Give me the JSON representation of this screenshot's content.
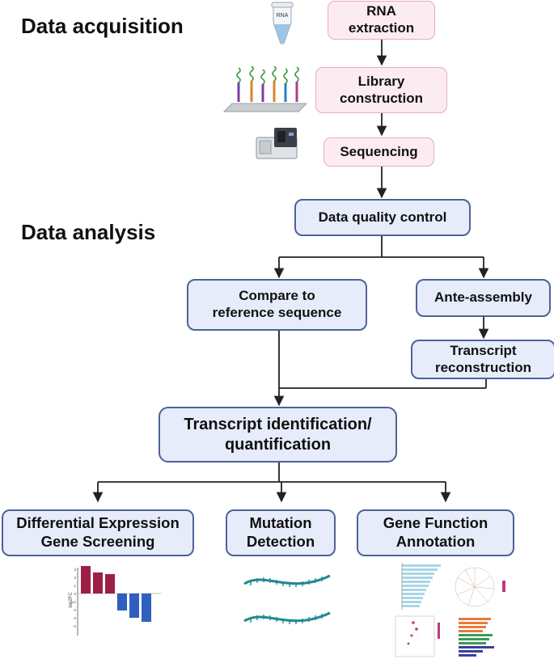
{
  "sections": {
    "acquisition": "Data acquisition",
    "analysis": "Data analysis"
  },
  "steps": {
    "rna_extraction": "RNA\nextraction",
    "library_construction": "Library\nconstruction",
    "sequencing": "Sequencing",
    "quality_control": "Data quality control",
    "compare_reference": "Compare to\nreference sequence",
    "ante_assembly": "Ante-assembly",
    "transcript_reconstruction": "Transcript\nreconstruction",
    "transcript_identification": "Transcript identification/\nquantification",
    "differential_expression": "Differential Expression\nGene Screening",
    "mutation_detection": "Mutation\nDetection",
    "gene_function": "Gene Function\nAnnotation"
  },
  "tube_label": "RNA",
  "colors": {
    "pink_fill": "#fcecf2",
    "pink_border": "#e9a9c1",
    "blue_fill": "#e6ecfa",
    "blue_border": "#4f6299",
    "bar_up": "#9c1f45",
    "bar_down": "#2f5fbf",
    "dna": "#1f8a8f"
  },
  "bar_chart": {
    "ylabel": "log2FC",
    "y_ticks": [
      "3",
      "2",
      "1",
      "0",
      "-1",
      "-2",
      "-3",
      "-4"
    ],
    "values": [
      3.4,
      2.6,
      2.4,
      -2.1,
      -3.0,
      -3.5
    ]
  }
}
